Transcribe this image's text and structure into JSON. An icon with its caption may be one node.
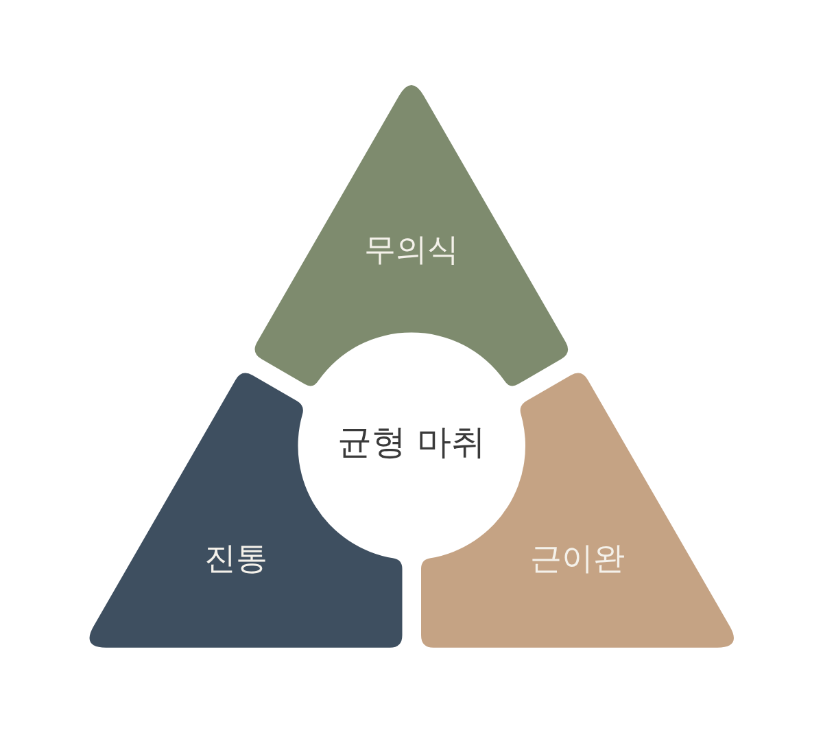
{
  "diagram": {
    "nodes": [
      {
        "text": [
          "무의식"
        ]
      },
      {
        "text": [
          "균형 마취"
        ]
      },
      {
        "text": [
          "진통"
        ]
      },
      {
        "text": [
          "근이완"
        ]
      }
    ]
  }
}
